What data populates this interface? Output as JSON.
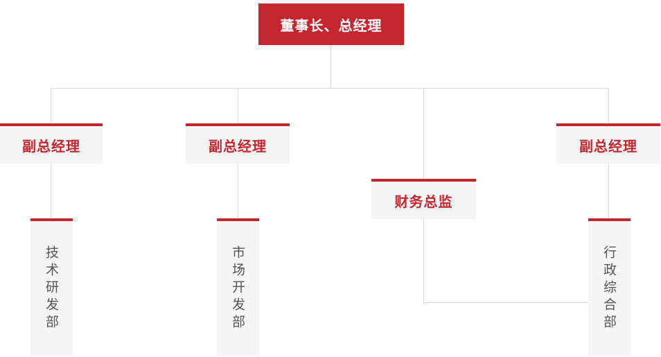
{
  "colors": {
    "accent_red": "#c3262e",
    "node_bg": "#f5f5f5",
    "connector_line": "#d9d9d9",
    "dept_text": "#555555"
  },
  "org_chart": {
    "root": {
      "label": "董事长、总经理"
    },
    "level2": [
      {
        "id": "deputy-gm-left",
        "label": "副总经理"
      },
      {
        "id": "deputy-gm-center",
        "label": "副总经理"
      },
      {
        "id": "finance-director",
        "label": "财务总监"
      },
      {
        "id": "deputy-gm-right",
        "label": "副总经理"
      }
    ],
    "departments": [
      {
        "id": "tech-rd-dept",
        "label": "技术研发部"
      },
      {
        "id": "market-dev-dept",
        "label": "市场开发部"
      },
      {
        "id": "admin-general-dept",
        "label": "行政综合部"
      }
    ]
  }
}
